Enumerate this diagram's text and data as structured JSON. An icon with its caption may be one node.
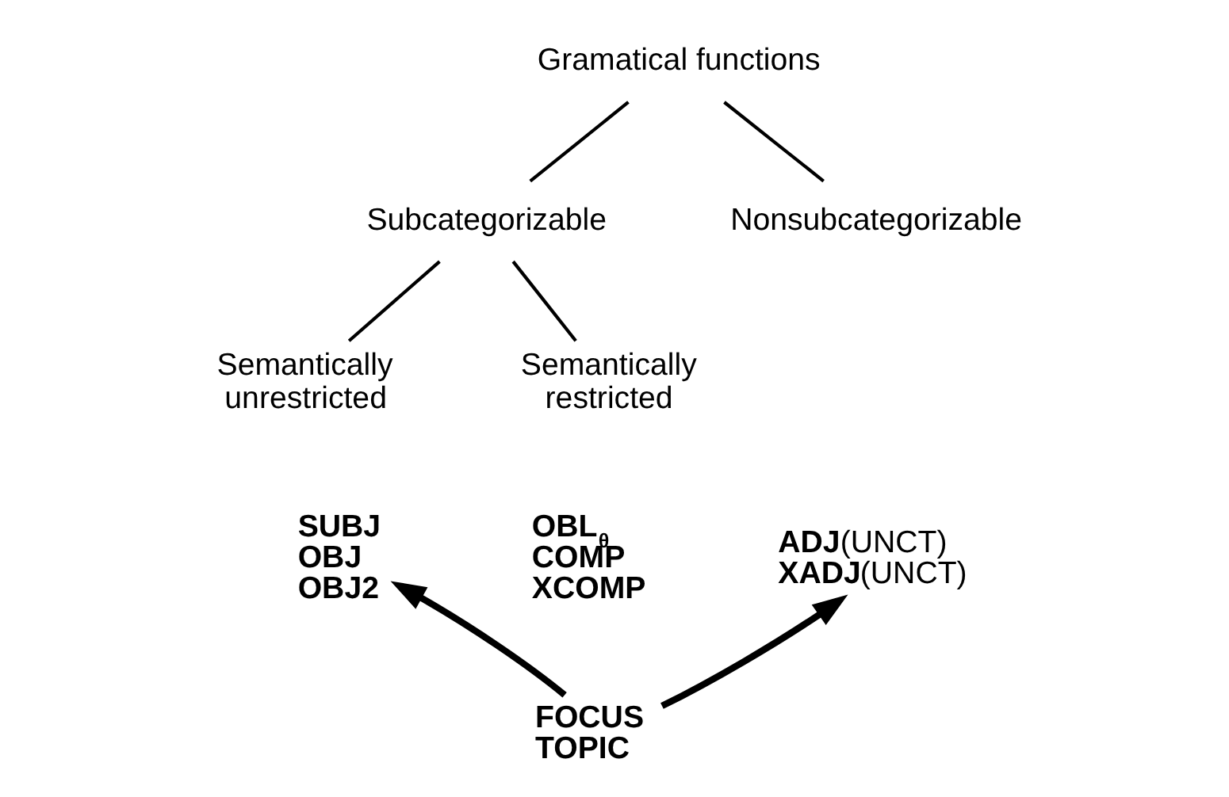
{
  "diagram": {
    "nodes": [
      {
        "text": [
          "Gramatical functions"
        ]
      },
      {
        "text": [
          "Subcategorizable"
        ]
      },
      {
        "text": [
          "Nonsubcategorizable"
        ]
      },
      {
        "text": [
          "Semantically unrestricted"
        ]
      },
      {
        "text": [
          "Semantically restricted"
        ]
      },
      {
        "text": [
          "SUBJ",
          "OBJ",
          "OBJ2"
        ]
      },
      {
        "text": [
          "OBL$_{θ}$",
          "COMP",
          "XCOMP"
        ]
      },
      {
        "text": [
          "**ADJ**(UNCT)",
          "**XADJ**(UNCT)"
        ]
      },
      {
        "text": [
          "FOCUS",
          "TOPIC"
        ]
      }
    ],
    "edges": [
      {
        "from": 0,
        "to": 1,
        "arrow": "none"
      },
      {
        "from": 0,
        "to": 2,
        "arrow": "none"
      },
      {
        "from": 1,
        "to": 3,
        "arrow": "none"
      },
      {
        "from": 1,
        "to": 4,
        "arrow": "none"
      },
      {
        "from": 8,
        "to": 5,
        "arrow": "to",
        "style": "thick"
      },
      {
        "from": 8,
        "to": 7,
        "arrow": "to",
        "style": "thick"
      }
    ]
  }
}
